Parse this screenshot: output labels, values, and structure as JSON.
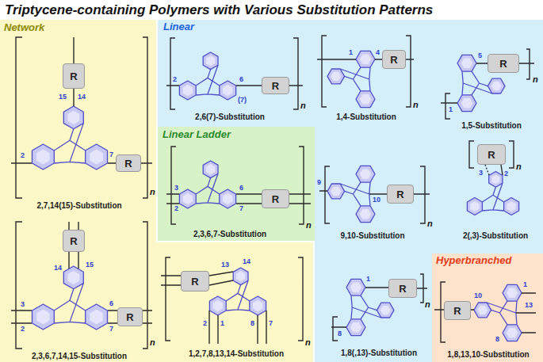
{
  "diagram": {
    "title": "Triptycene-containing Polymers with Various Substitution Patterns",
    "nodes": [
      {
        "text": [
          "Network"
        ]
      },
      {
        "text": [
          "Linear"
        ]
      },
      {
        "text": [
          "Linear Ladder"
        ],
        "in": 1
      },
      {
        "text": [
          "Hyperbranched"
        ],
        "in": 1
      },
      {
        "text": [
          "R"
        ],
        "in": 0
      },
      {
        "text": [
          "R"
        ],
        "in": 0
      },
      {
        "text": [
          "R"
        ],
        "in": 0
      },
      {
        "text": [
          "R"
        ],
        "in": 0
      },
      {
        "text": [
          "R"
        ],
        "in": 1
      },
      {
        "text": [
          "R"
        ],
        "in": 1
      },
      {
        "text": [
          "R"
        ],
        "in": 1
      },
      {
        "text": [
          "R"
        ],
        "in": 2
      },
      {
        "text": [
          "R"
        ],
        "in": 1
      },
      {
        "text": [
          "R"
        ],
        "in": 1
      },
      {
        "text": [
          "R"
        ],
        "in": 0
      },
      {
        "text": [
          "R"
        ],
        "in": 1
      },
      {
        "text": [
          "R"
        ],
        "in": 3
      }
    ],
    "labels": [
      "2",
      "7",
      "15",
      "14",
      "n",
      "2,7,14(15)-Substitution",
      "14",
      "15",
      "3",
      "2",
      "6",
      "7",
      "n",
      "2,3,6,7,14,15-Substitution",
      "2",
      "6",
      "(7)",
      "n",
      "2,6(7)-Substitution",
      "1",
      "4",
      "n",
      "1,4-Substitution",
      "5",
      "1",
      "n",
      "1,5-Substitution",
      "3",
      "2",
      "6",
      "7",
      "n",
      "2,3,6,7-Substitution",
      "9",
      "10",
      "n",
      "9,10-Substitution",
      "2",
      "3",
      "n",
      "2(,3)-Substitution",
      "14",
      "13",
      "2",
      "1",
      "8",
      "7",
      "n",
      "1,2,7,8,13,14-Substitution",
      "1",
      "8",
      "n",
      "1,8(,13)-Substitution",
      "1",
      "10",
      "13",
      "8",
      "1,8,13,10-Substitution"
    ]
  }
}
